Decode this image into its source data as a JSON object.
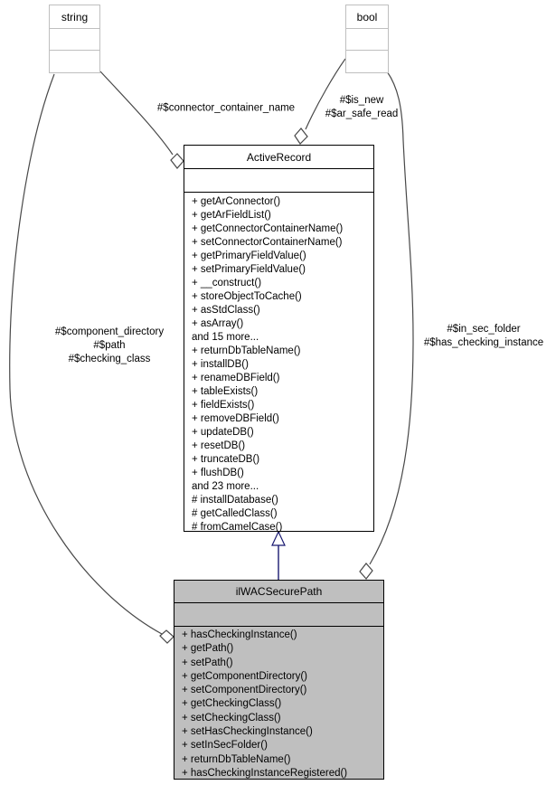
{
  "diagram": {
    "type": "uml-collaboration-diagram",
    "classes": {
      "string_type": {
        "name": "string"
      },
      "bool_type": {
        "name": "bool"
      },
      "active_record": {
        "name": "ActiveRecord",
        "methods": [
          "+ getArConnector()",
          "+ getArFieldList()",
          "+ getConnectorContainerName()",
          "+ setConnectorContainerName()",
          "+ getPrimaryFieldValue()",
          "+ setPrimaryFieldValue()",
          "+ __construct()",
          "+ storeObjectToCache()",
          "+ asStdClass()",
          "+ asArray()",
          "and 15 more...",
          "+ returnDbTableName()",
          "+ installDB()",
          "+ renameDBField()",
          "+ tableExists()",
          "+ fieldExists()",
          "+ removeDBField()",
          "+ updateDB()",
          "+ resetDB()",
          "+ truncateDB()",
          "+ flushDB()",
          "and 23 more...",
          "# installDatabase()",
          "# getCalledClass()",
          "# fromCamelCase()"
        ]
      },
      "il_wac_secure_path": {
        "name": "ilWACSecurePath",
        "methods": [
          "+ hasCheckingInstance()",
          "+ getPath()",
          "+ setPath()",
          "+ getComponentDirectory()",
          "+ setComponentDirectory()",
          "+ getCheckingClass()",
          "+ setCheckingClass()",
          "+ setHasCheckingInstance()",
          "+ setInSecFolder()",
          "+ returnDbTableName()",
          "+ hasCheckingInstanceRegistered()"
        ]
      }
    },
    "edge_labels": {
      "string_to_activerecord": "#$connector_container_name",
      "bool_to_activerecord": "#$is_new\n#$ar_safe_read",
      "string_to_ilwacsecurepath": "#$component_directory\n#$path\n#$checking_class",
      "bool_to_ilwacsecurepath": "#$in_sec_folder\n#$has_checking_instance"
    },
    "colors": {
      "node_fill": "#ffffff",
      "highlight_node_fill": "#bfbfbf",
      "node_border": "#000000",
      "light_node_border": "#bfbfbf",
      "edge_stroke": "#484848",
      "inheritance_stroke": "#191970",
      "text": "#000000"
    }
  }
}
